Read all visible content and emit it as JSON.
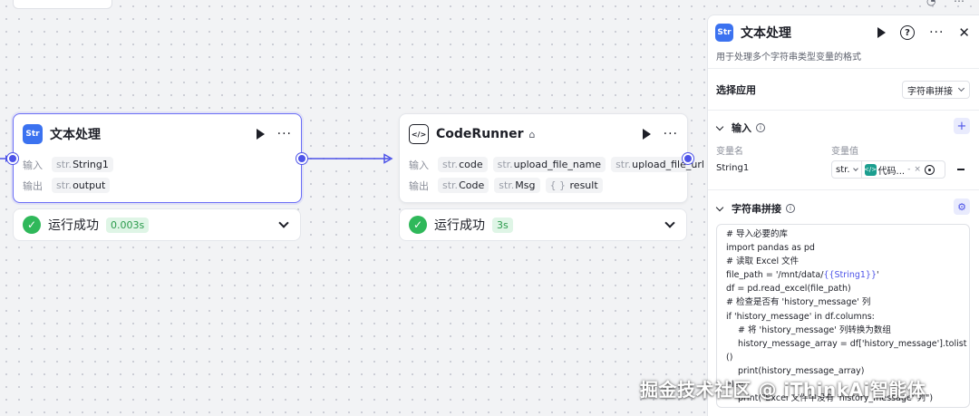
{
  "colors": {
    "accent": "#4d53e8",
    "success": "#2fb85a",
    "selected_border": "#6b6ef6"
  },
  "nodes": {
    "text_process": {
      "icon": "text-process-icon",
      "title": "文本处理",
      "input_label": "输入",
      "output_label": "输出",
      "inputs": [
        {
          "type": "str.",
          "name": "String1"
        }
      ],
      "outputs": [
        {
          "type": "str.",
          "name": "output"
        }
      ],
      "status_text": "运行成功",
      "status_time": "0.003s"
    },
    "code_runner": {
      "icon": "code-icon",
      "title": "CodeRunner",
      "input_label": "输入",
      "output_label": "输出",
      "inputs": [
        {
          "type": "str.",
          "name": "code"
        },
        {
          "type": "str.",
          "name": "upload_file_name"
        },
        {
          "type": "str.",
          "name": "upload_file_url"
        }
      ],
      "outputs": [
        {
          "type": "str.",
          "name": "Code"
        },
        {
          "type": "str.",
          "name": "Msg"
        },
        {
          "type": "{ }",
          "name": "result"
        }
      ],
      "status_text": "运行成功",
      "status_time": "3s"
    }
  },
  "panel": {
    "title": "文本处理",
    "description": "用于处理多个字符串类型变量的格式",
    "select_app_label": "选择应用",
    "select_app_value": "字符串拼接",
    "input_section_title": "输入",
    "col_var_name": "变量名",
    "col_var_value": "变量值",
    "variable": {
      "name": "String1",
      "type": "str.",
      "ref_label": "代码...",
      "ref_sep": "-"
    },
    "concat_section_title": "字符串拼接",
    "code_lines": [
      {
        "text": "# 导入必要的库",
        "indent": 0
      },
      {
        "text": "import pandas as pd",
        "indent": 0
      },
      {
        "text": "# 读取 Excel 文件",
        "indent": 0
      },
      {
        "text": "file_path = '/mnt/data/",
        "ref": "{{String1}}",
        "suffix": "'",
        "indent": 0
      },
      {
        "text": "df = pd.read_excel(file_path)",
        "indent": 0
      },
      {
        "text": "# 检查是否有 'history_message' 列",
        "indent": 0
      },
      {
        "text": "if 'history_message' in df.columns:",
        "indent": 0
      },
      {
        "text": "# 将 'history_message' 列转换为数组",
        "indent": 1
      },
      {
        "text": "history_message_array = df['history_message'].tolist",
        "indent": 1
      },
      {
        "text": "()",
        "indent": 0
      },
      {
        "text": "print(history_message_array)",
        "indent": 1
      },
      {
        "text": "else:",
        "indent": 0
      },
      {
        "text": "print(\"Excel 文件中没有 'history_message' 列\")",
        "indent": 1
      }
    ]
  },
  "watermark": "掘金技术社区 @ iThinkAi智能体"
}
